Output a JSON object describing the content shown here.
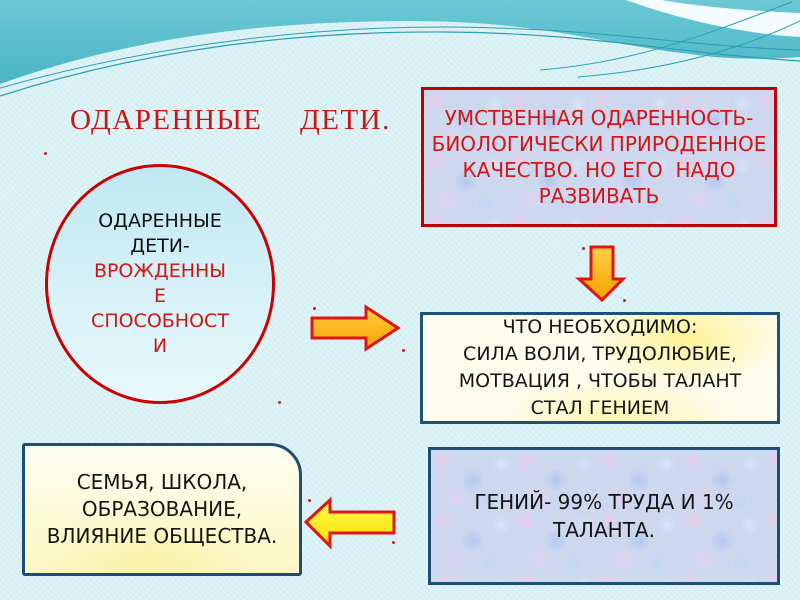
{
  "title": "ОДАРЕННЫЕ  ДЕТИ.",
  "colors": {
    "background": "#d9f1f5",
    "wave_teal": "#57c0ce",
    "accent_red_border": "#c00000",
    "red_text": "#d31515",
    "navy_border": "#1d4f74",
    "black_text": "#151515",
    "arrow_orange": "#fcaf17",
    "arrow_yellow": "#ffee00",
    "lavender_box": "#cdd8ef",
    "cream_box": "#fdfced"
  },
  "ellipse": {
    "black_lines": [
      "ОДАРЕННЫЕ",
      "ДЕТИ-"
    ],
    "red_lines": [
      "ВРОЖДЕННЫ",
      "Е",
      "СПОСОБНОСТ",
      "И"
    ]
  },
  "top_right_box": {
    "lines": [
      "УМСТВЕННАЯ ОДАРЕННОСТЬ-",
      "БИОЛОГИЧЕСКИ ПРИРОДЕННОЕ",
      "КАЧЕСТВО. НО ЕГО  НАДО",
      "РАЗВИВАТЬ"
    ]
  },
  "middle_box": {
    "lines": [
      "ЧТО НЕОБХОДИМО:",
      "СИЛА ВОЛИ, ТРУДОЛЮБИЕ,",
      "МОТВАЦИЯ , ЧТОБЫ ТАЛАНТ",
      "СТАЛ ГЕНИЕМ"
    ]
  },
  "bottom_left_box": {
    "lines": [
      "СЕМЬЯ, ШКОЛА,",
      "ОБРАЗОВАНИЕ,",
      "ВЛИЯНИЕ ОБЩЕСТВА."
    ]
  },
  "bottom_right_box": {
    "lines": [
      "ГЕНИЙ- 99% ТРУДА И 1%",
      "ТАЛАНТА."
    ]
  },
  "icons": {
    "arrow_right": "right-arrow",
    "arrow_down": "down-arrow",
    "arrow_left": "left-arrow"
  }
}
